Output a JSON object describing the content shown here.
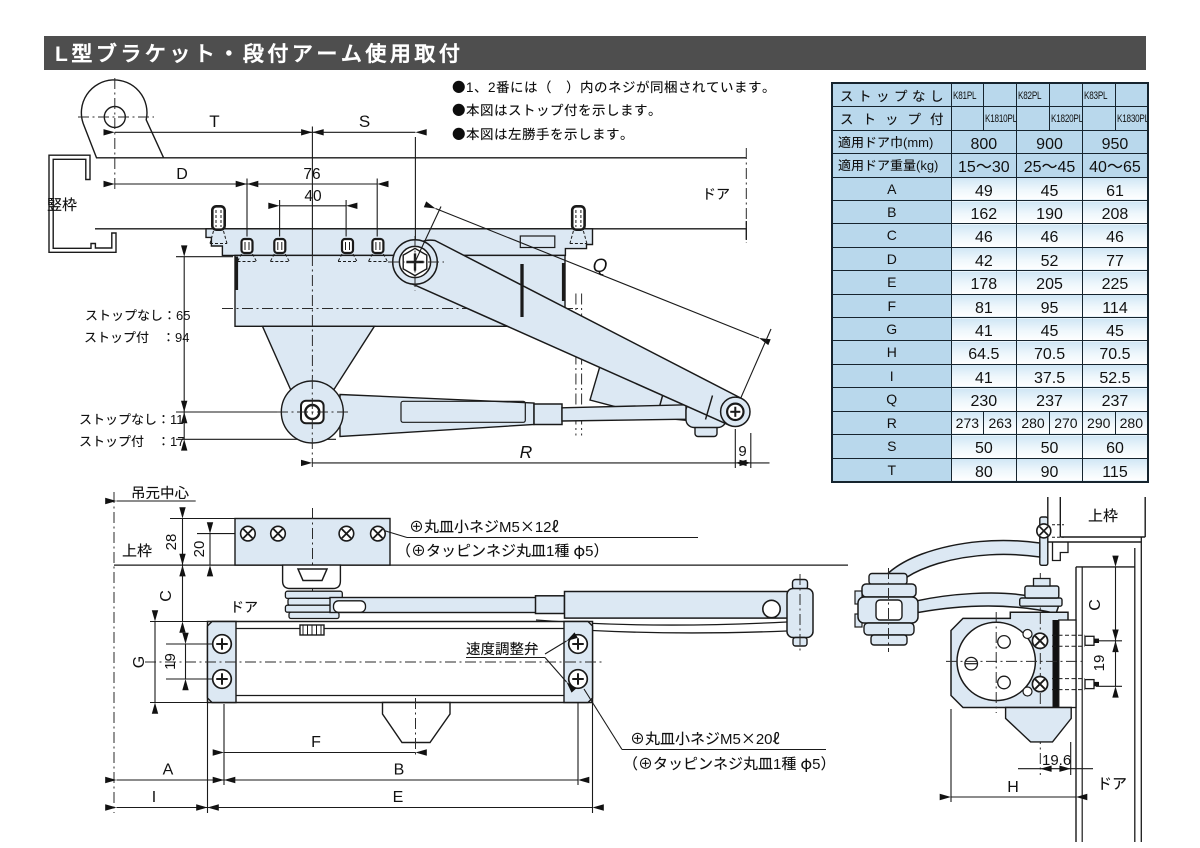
{
  "header": {
    "title": "L型ブラケット・段付アーム使用取付",
    "bg_color": "#4e4e4e",
    "text_color": "#ffffff"
  },
  "notes": [
    "●1、2番には（　）内のネジが同梱されています。",
    "●本図はストップ付を示します。",
    "●本図は左勝手を示します。"
  ],
  "table": {
    "border_color": "#16242e",
    "header_bg": "#b9d8ec",
    "model_rows": [
      {
        "label": "ストップなし",
        "models": [
          "K81PL",
          "",
          "K82PL",
          "",
          "K83PL",
          ""
        ]
      },
      {
        "label": "ストップ付",
        "models": [
          "",
          "K1810PL",
          "",
          "K1820PL",
          "",
          "K1830PL"
        ]
      }
    ],
    "spec_rows": [
      {
        "label": "適用ドア巾(mm)",
        "values": [
          "800",
          "900",
          "950"
        ]
      },
      {
        "label": "適用ドア重量(kg)",
        "values": [
          "15～30",
          "25～45",
          "40～65"
        ]
      }
    ],
    "dim_rows": [
      {
        "label": "A",
        "values": [
          "49",
          "45",
          "61"
        ]
      },
      {
        "label": "B",
        "values": [
          "162",
          "190",
          "208"
        ]
      },
      {
        "label": "C",
        "values": [
          "46",
          "46",
          "46"
        ]
      },
      {
        "label": "D",
        "values": [
          "42",
          "52",
          "77"
        ]
      },
      {
        "label": "E",
        "values": [
          "178",
          "205",
          "225"
        ]
      },
      {
        "label": "F",
        "values": [
          "81",
          "95",
          "114"
        ]
      },
      {
        "label": "G",
        "values": [
          "41",
          "45",
          "45"
        ]
      },
      {
        "label": "H",
        "values": [
          "64.5",
          "70.5",
          "70.5"
        ]
      },
      {
        "label": "I",
        "values": [
          "41",
          "37.5",
          "52.5"
        ]
      },
      {
        "label": "Q",
        "values": [
          "230",
          "237",
          "237"
        ]
      },
      {
        "label": "R",
        "values": [
          "273",
          "263",
          "280",
          "270",
          "290",
          "280"
        ],
        "split": true
      },
      {
        "label": "S",
        "values": [
          "50",
          "50",
          "60"
        ]
      },
      {
        "label": "T",
        "values": [
          "80",
          "90",
          "115"
        ]
      }
    ]
  },
  "top_view": {
    "labels": {
      "T": "T",
      "S": "S",
      "D": "D",
      "d76": "76",
      "d40": "40",
      "Q": "Q",
      "R": "R",
      "d9": "9",
      "frame": "竪枠",
      "door": "ドア",
      "stopless65": "ストップなし：65",
      "stop94": "ストップ付　：94",
      "stopless11": "ストップなし：11",
      "stop17": "ストップ付　：17"
    }
  },
  "front_view": {
    "labels": {
      "hinge_center": "吊元中心",
      "top_frame": "上枠",
      "door": "ドア",
      "d28": "28",
      "d20": "20",
      "C": "C",
      "G": "G",
      "d19": "19",
      "F": "F",
      "A": "A",
      "B": "B",
      "I": "I",
      "E": "E",
      "valve": "速度調整弁",
      "screw12": "⊕丸皿小ネジM5×12ℓ",
      "screw12_sub": "（⊕タッピンネジ丸皿1種 φ5）",
      "screw20": "⊕丸皿小ネジM5×20ℓ",
      "screw20_sub": "（⊕タッピンネジ丸皿1種 φ5）"
    }
  },
  "side_view": {
    "labels": {
      "top_frame": "上枠",
      "door": "ドア",
      "C": "C",
      "d19": "19",
      "d196": "19.6",
      "H": "H"
    }
  }
}
